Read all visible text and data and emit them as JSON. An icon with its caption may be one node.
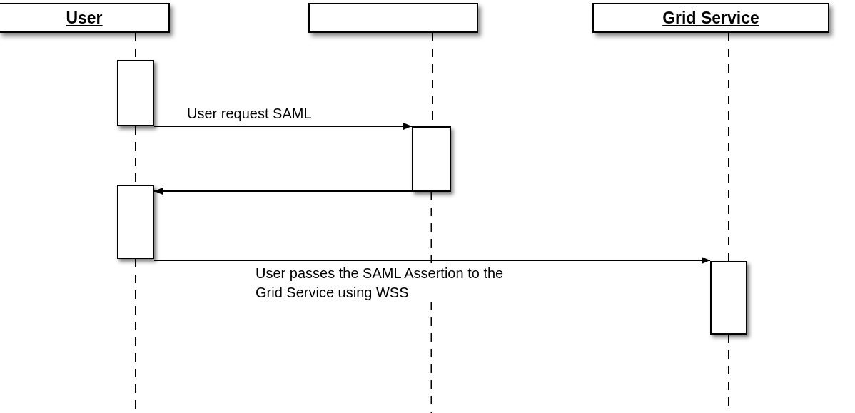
{
  "diagram": {
    "nodes": [
      {
        "text": [
          "User"
        ]
      },
      {
        "text": [],
        "shape": "box"
      },
      {
        "text": [
          "Grid Service"
        ]
      },
      {
        "text": [],
        "shape": "bar"
      },
      {
        "text": [],
        "shape": "bar"
      },
      {
        "text": [],
        "shape": "bar"
      },
      {
        "text": [],
        "shape": "bar"
      }
    ],
    "edges": [
      {
        "from": 0,
        "to": 3,
        "arrow": "none",
        "style": "dashed"
      },
      {
        "from": 3,
        "to": 5,
        "arrow": "none",
        "style": "dashed"
      },
      {
        "from": 5,
        "to": null,
        "arrow": "none",
        "style": "dashed"
      },
      {
        "from": 1,
        "to": 4,
        "arrow": "none",
        "style": "dashed"
      },
      {
        "from": 4,
        "to": null,
        "arrow": "none",
        "style": "dashed"
      },
      {
        "from": 2,
        "to": 6,
        "arrow": "none",
        "style": "dashed"
      },
      {
        "from": 6,
        "to": null,
        "arrow": "none",
        "style": "dashed"
      },
      {
        "from": 3,
        "to": 4,
        "arrow": "to",
        "label": "User request SAML"
      },
      {
        "from": 4,
        "to": 5,
        "arrow": "to"
      },
      {
        "from": 5,
        "to": 6,
        "arrow": "to",
        "label": "User passes the SAML Assertion to the Grid Service using WSS"
      }
    ]
  }
}
